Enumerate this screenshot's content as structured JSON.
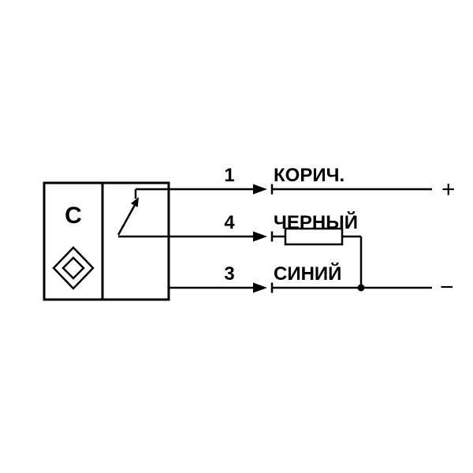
{
  "diagram": {
    "background": "#ffffff",
    "line_color": "#000000",
    "sensor": {
      "letter": "С"
    },
    "wires": [
      {
        "pin": "1",
        "color_name": "КОРИЧ.",
        "terminal": "+"
      },
      {
        "pin": "4",
        "color_name": "ЧЕРНЫЙ",
        "terminal": ""
      },
      {
        "pin": "3",
        "color_name": "СИНИЙ",
        "terminal": "−"
      }
    ]
  }
}
